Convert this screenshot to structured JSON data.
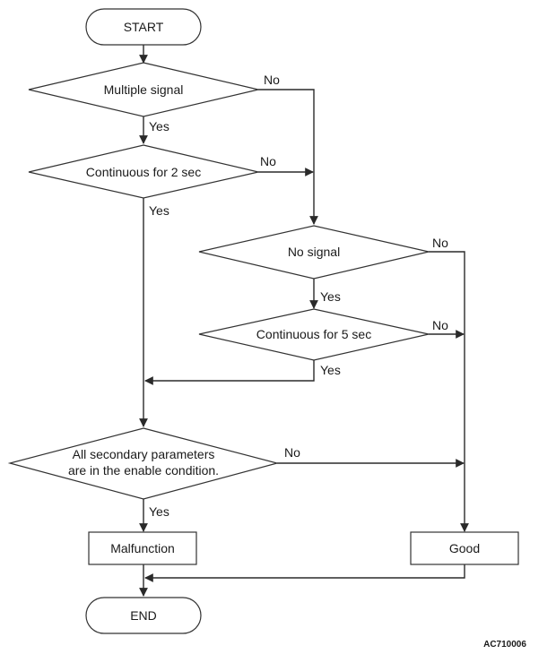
{
  "nodes": {
    "start": "START",
    "multiple_signal": "Multiple signal",
    "continuous_2": "Continuous for 2 sec",
    "no_signal": "No signal",
    "continuous_5": "Continuous for 5 sec",
    "secondary_line1": "All secondary parameters",
    "secondary_line2": "are in the enable condition.",
    "malfunction": "Malfunction",
    "good": "Good",
    "end": "END"
  },
  "edges": {
    "yes": "Yes",
    "no": "No"
  },
  "figure_id": "AC710006"
}
